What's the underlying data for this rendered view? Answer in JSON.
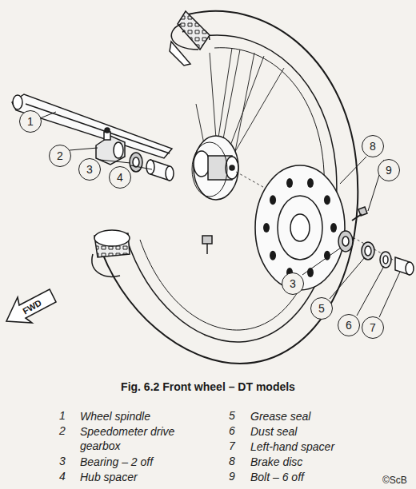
{
  "diagram": {
    "title": "Fig. 6.2 Front wheel – DT models",
    "labels": [
      "1",
      "2",
      "3",
      "4",
      "8",
      "9",
      "3",
      "5",
      "6",
      "7",
      "FWD",
      "1",
      "Wheel spindle",
      "2",
      "Speedometer drive gearbox",
      "3",
      "Bearing – 2 off",
      "4",
      "Hub spacer",
      "5",
      "Grease seal",
      "6",
      "Dust seal",
      "7",
      "Left-hand spacer",
      "8",
      "Brake disc",
      "9",
      "Bolt – 6 off",
      "©ScB"
    ]
  }
}
